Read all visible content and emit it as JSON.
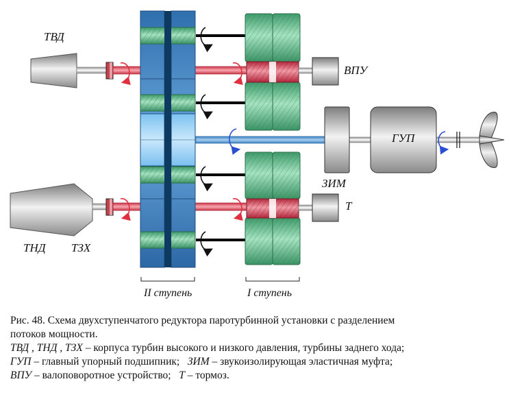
{
  "labels": {
    "tvd": "ТВД",
    "tnd": "ТНД",
    "tzh": "ТЗХ",
    "vpu": "ВПУ",
    "gup": "ГУП",
    "zim": "ЗИМ",
    "t": "Т",
    "stage2": "II ступень",
    "stage1": "I ступень"
  },
  "caption": {
    "title_line1": "Рис. 48. Схема двухступенчатого редуктора паротурбинной установки с разделением",
    "title_line2": "потоков мощности.",
    "l1_terms": "ТВД , ТНД , ТЗХ",
    "l1_text": " – корпуса турбин высокого и низкого давления, турбины заднего хода;",
    "l2_term1": "ГУП",
    "l2_text1": " – главный упорный подшипник;   ",
    "l2_term2": "ЗИМ",
    "l2_text2": " – звукоизолирующая эластичная муфта;",
    "l3_term1": "ВПУ",
    "l3_text1": " – валоповоротное устройство;   ",
    "l3_term2": "Т",
    "l3_text2": " – тормоз."
  },
  "colors": {
    "gear_green": "#5fbf88",
    "gear_red": "#d8465a",
    "wheel_blue": "#3f86c8",
    "shaft_red": "#e05060",
    "shaft_blue": "#5b9bd5",
    "housing_gray": "#9a9a9a"
  }
}
